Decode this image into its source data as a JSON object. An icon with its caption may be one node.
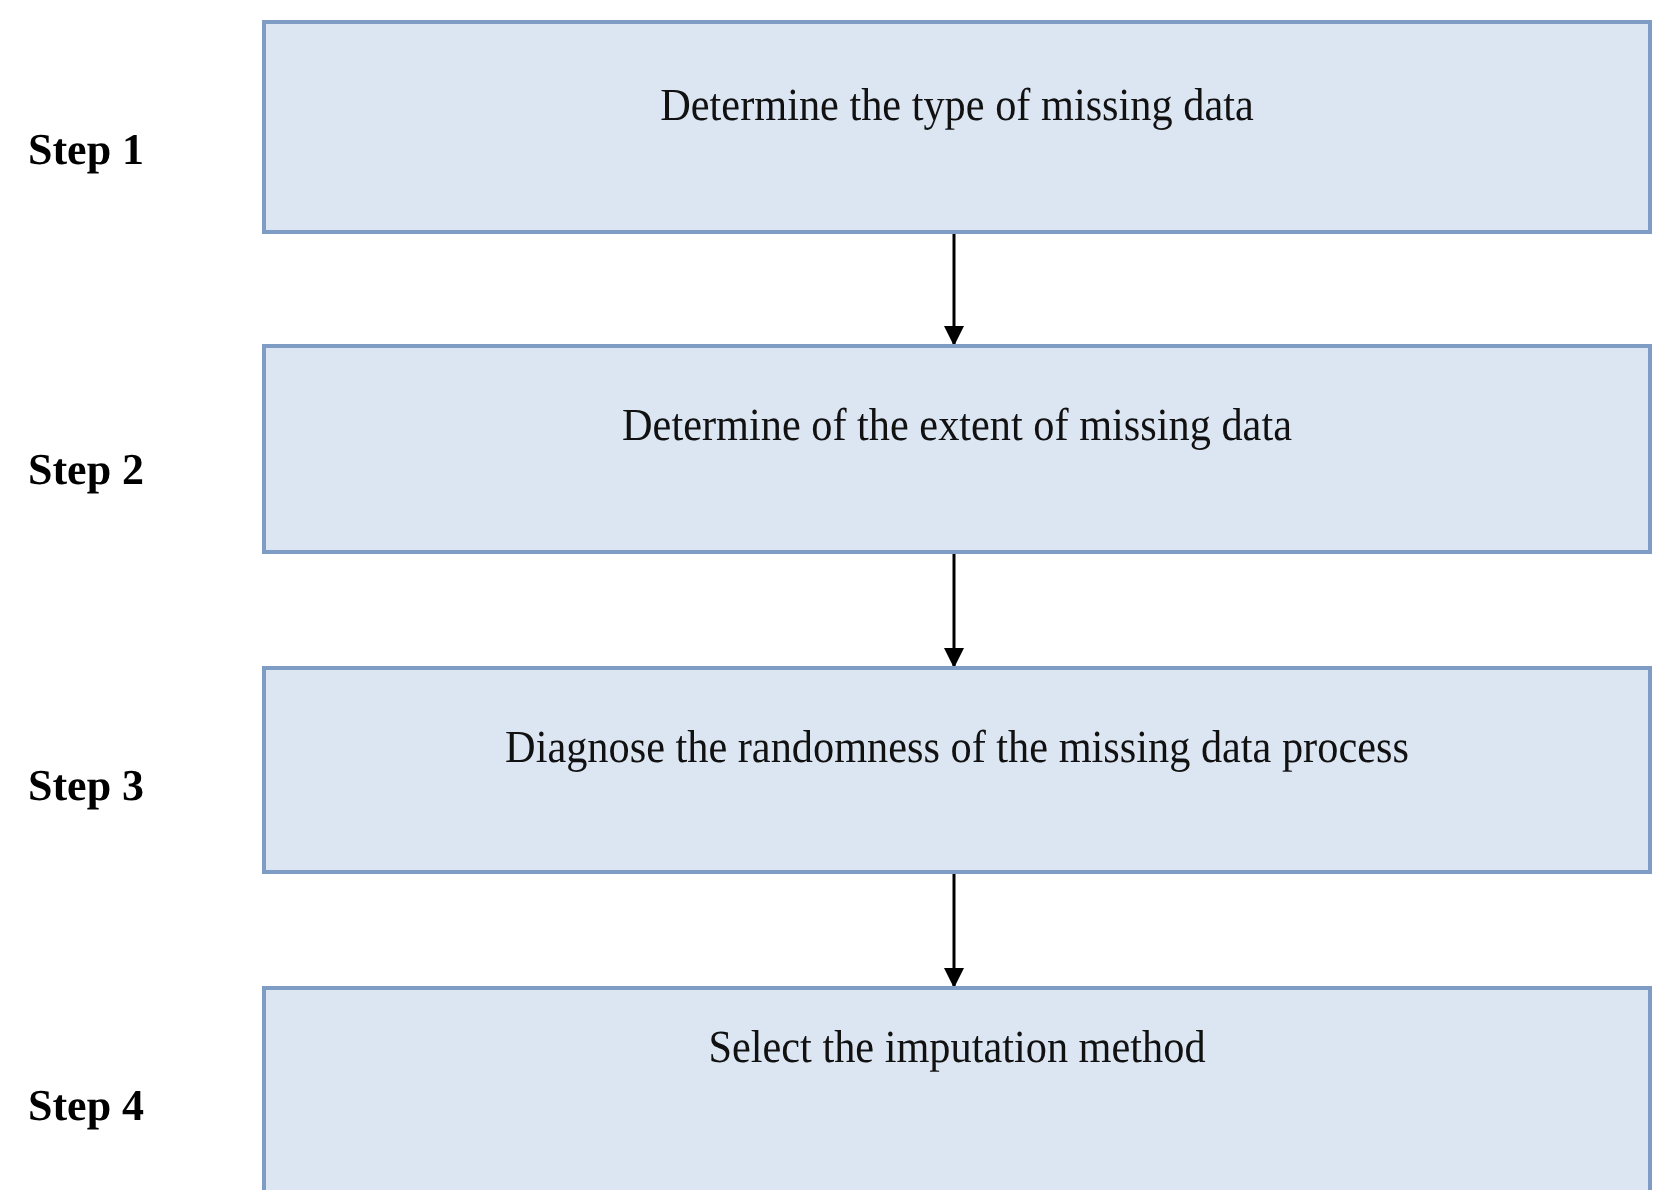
{
  "diagram": {
    "nodes": [
      {
        "text": [
          "Determine the type of missing data"
        ],
        "beside": [
          "Step 1"
        ]
      },
      {
        "text": [
          "Determine of the extent of missing data"
        ],
        "beside": [
          "Step 2"
        ]
      },
      {
        "text": [
          "Diagnose the randomness of the missing data process"
        ],
        "beside": [
          "Step 3"
        ]
      },
      {
        "text": [
          "Select the imputation method"
        ],
        "beside": [
          "Step 4"
        ]
      }
    ],
    "edges": [
      {
        "from": 0,
        "to": 1,
        "arrow": "to"
      },
      {
        "from": 1,
        "to": 2,
        "arrow": "to"
      },
      {
        "from": 2,
        "to": 3,
        "arrow": "to"
      }
    ]
  }
}
